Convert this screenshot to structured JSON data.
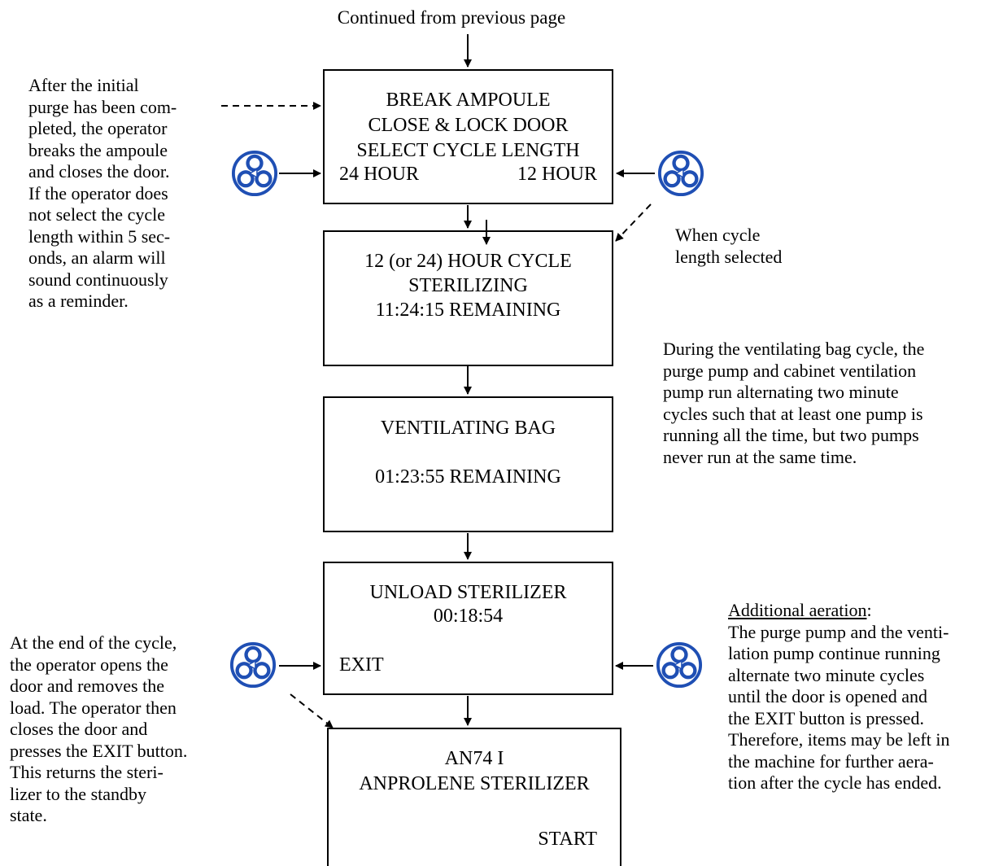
{
  "header": {
    "continued": "Continued from previous page"
  },
  "screens": {
    "break_ampoule": {
      "line1": "BREAK AMPOULE",
      "line2": "CLOSE & LOCK DOOR",
      "line3": "SELECT CYCLE LENGTH",
      "left_option": "24 HOUR",
      "right_option": "12 HOUR"
    },
    "sterilizing": {
      "line1": "12 (or 24) HOUR CYCLE",
      "line2": "STERILIZING",
      "line3": "11:24:15  REMAINING"
    },
    "ventilating": {
      "line1": "VENTILATING BAG",
      "line2": "01:23:55  REMAINING"
    },
    "unload": {
      "line1": "UNLOAD STERILIZER",
      "line2": "00:18:54",
      "exit": "EXIT"
    },
    "standby": {
      "line1": "AN74 I",
      "line2": "ANPROLENE STERILIZER",
      "start": "START"
    }
  },
  "notes": {
    "initial_purge": [
      "After the initial",
      "purge has been com-",
      "pleted, the operator",
      "breaks the ampoule",
      "and closes the door.",
      "If the operator does",
      "not select the cycle",
      "length within 5 sec-",
      "onds, an alarm will",
      "sound continuously",
      "as a reminder."
    ],
    "cycle_selected": [
      "When cycle",
      "length  selected"
    ],
    "ventilating": [
      "During the ventilating bag cycle, the",
      "purge pump and cabinet ventilation",
      "pump run alternating two minute",
      "cycles such that at least one pump is",
      "running all the time, but two pumps",
      "never run at the same time."
    ],
    "end_of_cycle": [
      "At the end of the cycle,",
      "the operator opens the",
      "door and removes the",
      "load.  The operator then",
      "closes the door and",
      "presses the EXIT button.",
      "This returns the steri-",
      "lizer to the standby",
      "state."
    ],
    "aeration_title": "Additional aeration",
    "aeration_colon": ":",
    "aeration": [
      "The purge pump and the venti-",
      "lation pump continue running",
      "alternate two minute cycles",
      "until the door is opened and",
      "the EXIT button is pressed.",
      "Therefore, items may be left in",
      "the machine for further aera-",
      "tion after the cycle has ended."
    ]
  },
  "icons": {
    "fan": "fan-button-icon",
    "fan_color": "#1f4fb4"
  }
}
